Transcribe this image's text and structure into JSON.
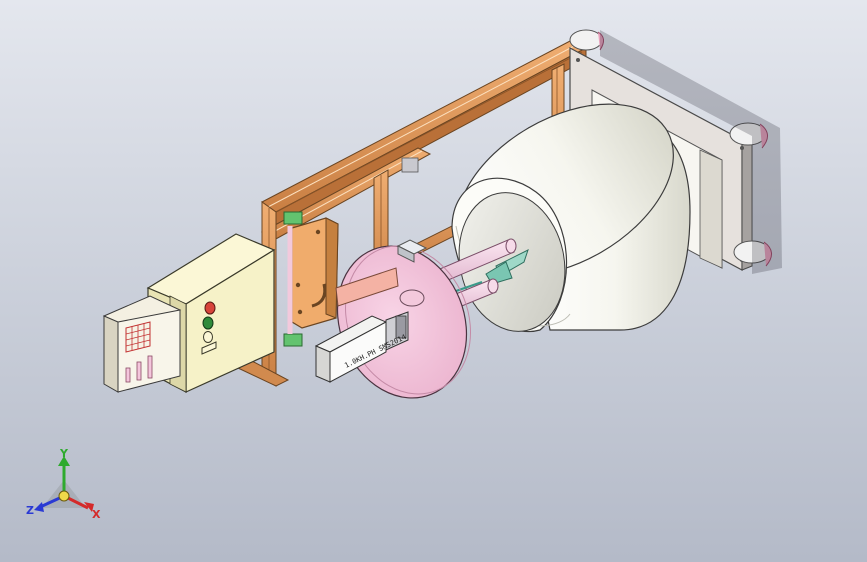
{
  "viewport": {
    "background_top": "#e4e7ee",
    "background_bottom": "#b4bac8"
  },
  "model": {
    "sensor_label": "1.0KH.PH  SMS2014",
    "colors": {
      "frame_orange": "#e09a5c",
      "cabinet": "#f6f2c8",
      "cylinder": "#fbfbf6",
      "disk": "#f4c6dc",
      "bracket": "#f0a868",
      "shaft": "#f2d3e6",
      "green_clip": "#63c36f",
      "red_light": "#d8443a",
      "green_light": "#2f8a3a"
    }
  },
  "triad": {
    "x_label": "X",
    "y_label": "Y",
    "z_label": "Z",
    "x_color": "#d42a2a",
    "y_color": "#2eaa2e",
    "z_color": "#2a3ad4"
  }
}
